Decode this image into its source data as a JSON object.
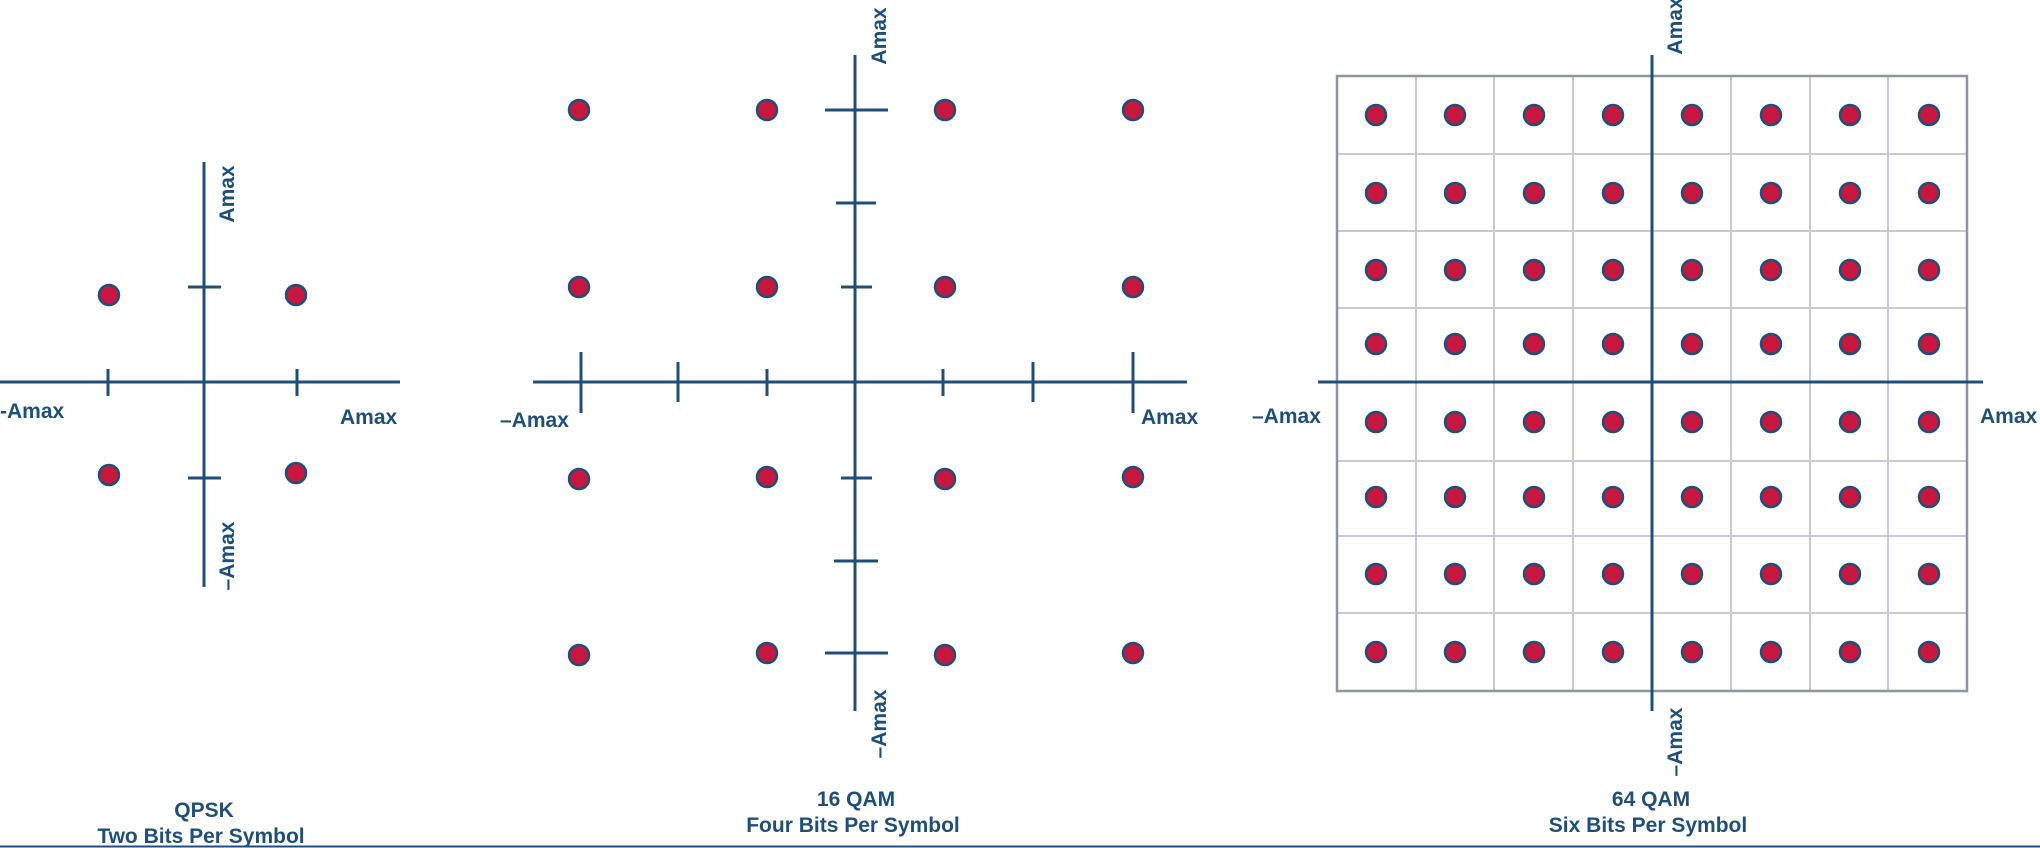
{
  "colors": {
    "axis": "#1f4e79",
    "point_fill": "#c8173f",
    "point_stroke": "#1f4e79",
    "grid": "#c9c9d4",
    "grid_border": "#8f93a6"
  },
  "diagrams": [
    {
      "id": "qpsk",
      "axis_labels": {
        "pos_x": "Amax",
        "neg_x": "-Amax",
        "pos_y": "Amax",
        "neg_y": "–Amax"
      },
      "caption": {
        "line1": "QPSK",
        "line2": "Two Bits Per Symbol"
      },
      "levels": 2
    },
    {
      "id": "qam16",
      "axis_labels": {
        "pos_x": "Amax",
        "neg_x": "–Amax",
        "pos_y": "Amax",
        "neg_y": "–Amax"
      },
      "caption": {
        "line1": "16 QAM",
        "line2": "Four Bits Per Symbol"
      },
      "levels": 4
    },
    {
      "id": "qam64",
      "axis_labels": {
        "pos_x": "Amax",
        "neg_x": "–Amax",
        "pos_y": "Amax",
        "neg_y": "–Amax"
      },
      "caption": {
        "line1": "64 QAM",
        "line2": "Six Bits Per Symbol"
      },
      "levels": 8
    }
  ]
}
